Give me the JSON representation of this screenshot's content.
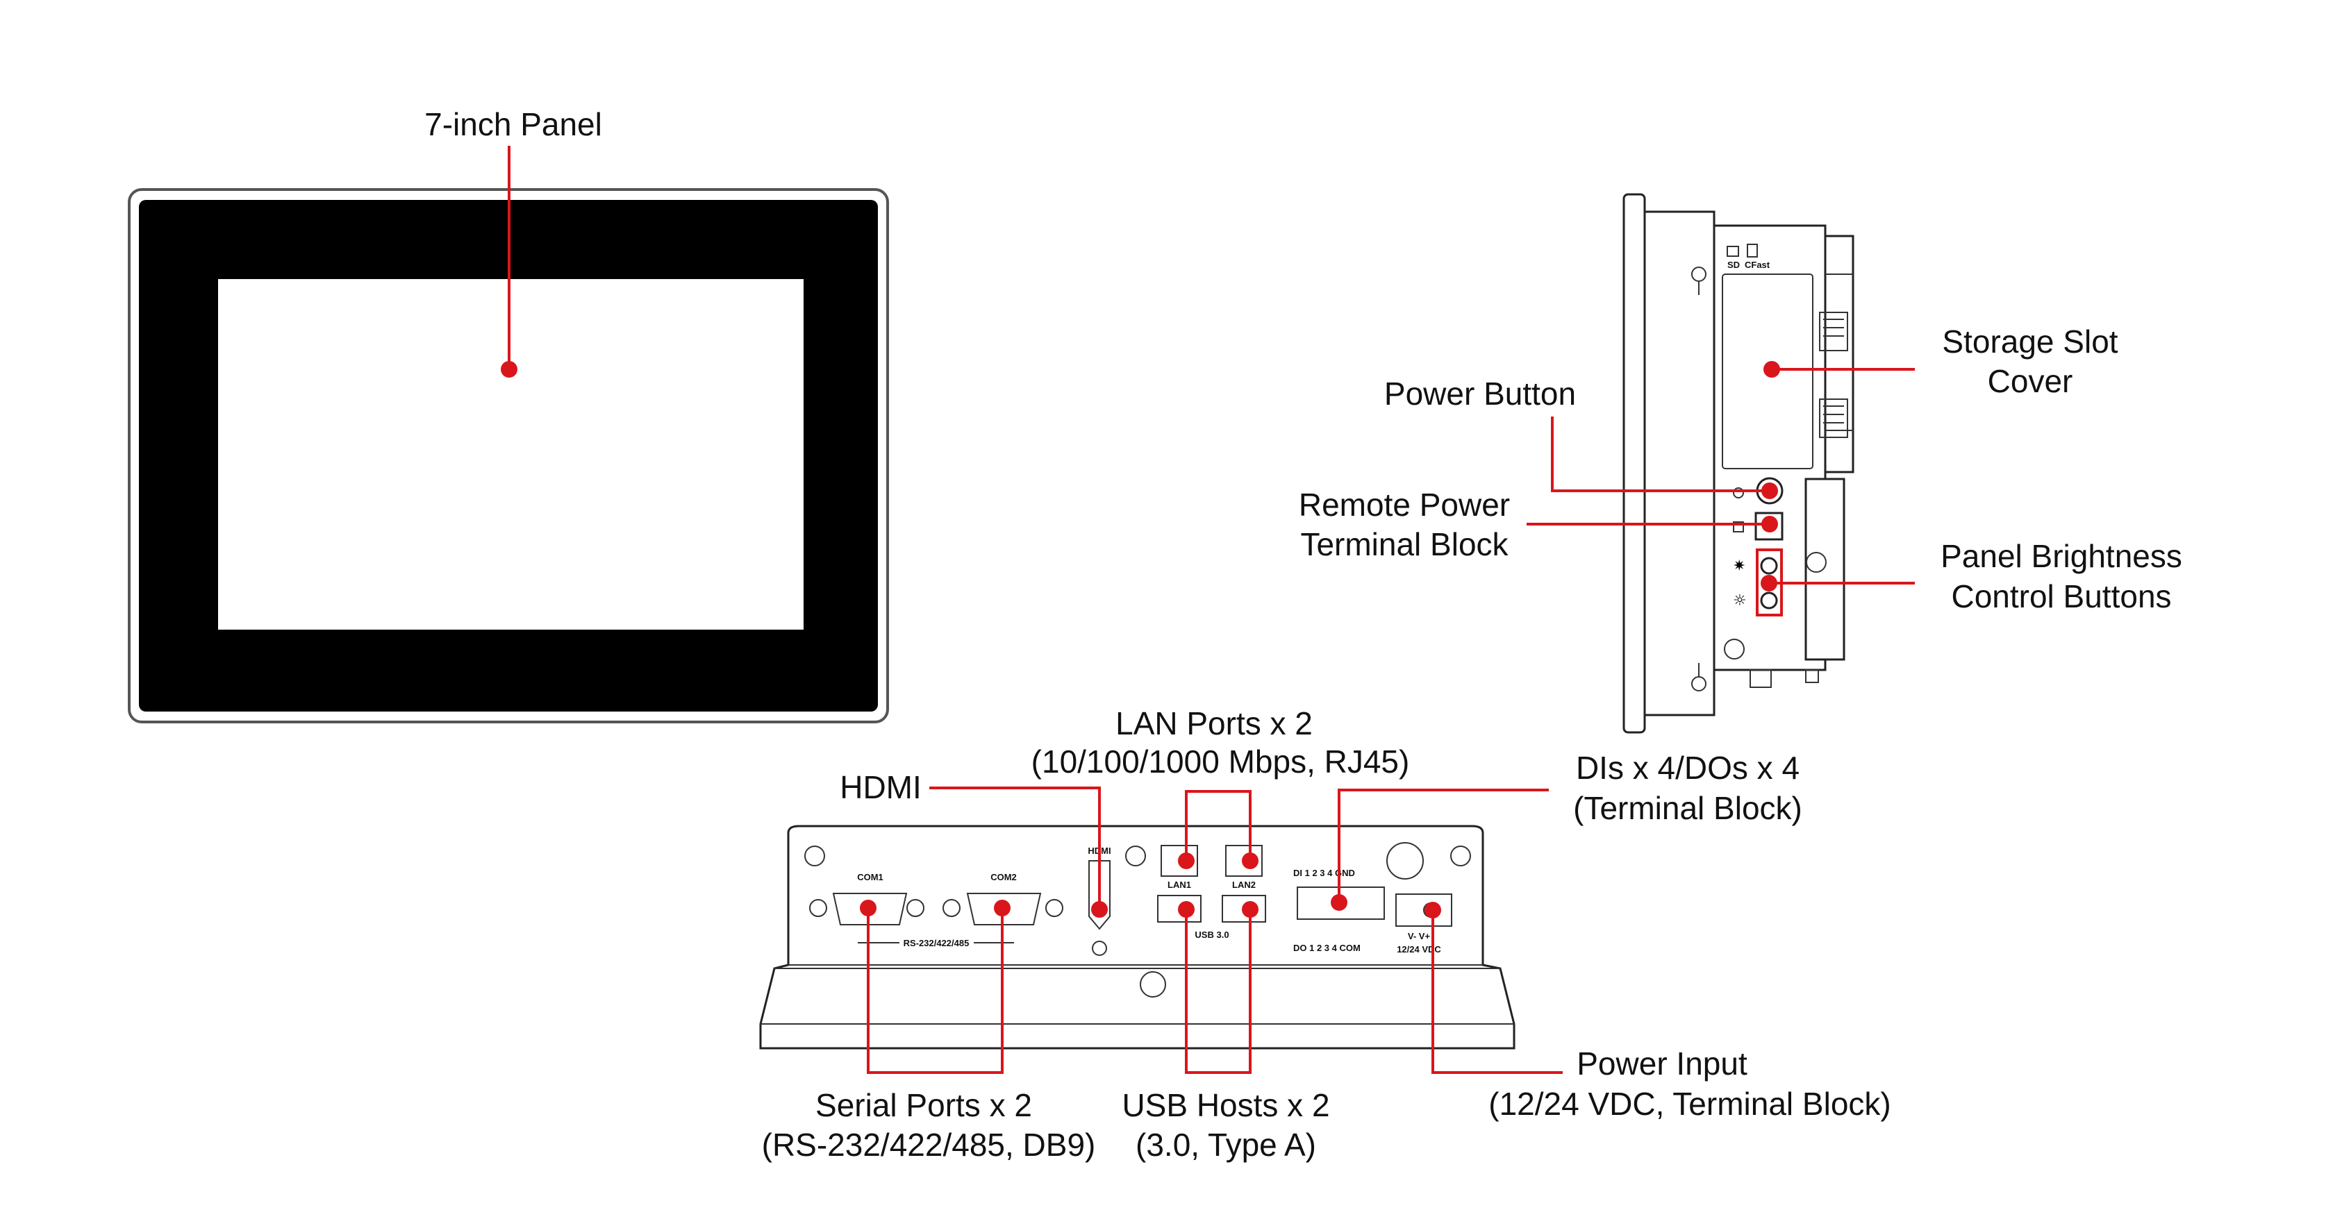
{
  "colors": {
    "accent": "#d9161c",
    "outline": "#222222",
    "bezel": "#000000",
    "screen": "#ffffff"
  },
  "panel_view": {
    "label": "7-inch Panel"
  },
  "side_view": {
    "power_button": "Power Button",
    "remote_power": [
      "Remote Power",
      "Terminal Block"
    ],
    "storage_cover": [
      "Storage Slot",
      "Cover"
    ],
    "brightness": [
      "Panel Brightness",
      "Control Buttons"
    ],
    "slot_labels": {
      "sd": "SD",
      "cfast": "CFast"
    }
  },
  "bottom_view": {
    "hdmi": "HDMI",
    "lan": [
      "LAN Ports x 2",
      "(10/100/1000 Mbps, RJ45)"
    ],
    "dio": [
      "DIs x 4/DOs x 4",
      "(Terminal Block)"
    ],
    "serial": [
      "Serial Ports x 2",
      "(RS-232/422/485, DB9)"
    ],
    "usb": [
      "USB Hosts x 2",
      "(3.0, Type A)"
    ],
    "power_input": [
      "Power Input",
      "(12/24 VDC, Terminal Block)"
    ],
    "silkscreen": {
      "com1": "COM1",
      "com2": "COM2",
      "rs": "RS-232/422/485",
      "hdmi": "HDMI",
      "lan1": "LAN1",
      "lan2": "LAN2",
      "usb30": "USB 3.0",
      "di_row": "DI  1  2  3  4  GND",
      "do_row": "DO  1  2  3  4  COM",
      "vv": "V-   V+",
      "vdc": "12/24 VDC"
    }
  }
}
